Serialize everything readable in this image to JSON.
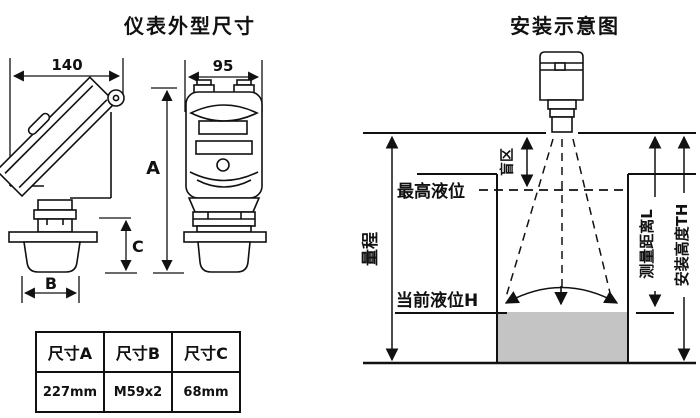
{
  "page": {
    "background": "#ffffff",
    "line_color": "#1a1a1a",
    "liquid_color": "#c4c4c4"
  },
  "left_panel": {
    "title": "仪表外型尺寸",
    "side_view": {
      "width_label": "140",
      "dim_b_label": "B",
      "dim_c_label": "C"
    },
    "front_view": {
      "width_label": "95",
      "dim_a_label": "A"
    },
    "table": {
      "headers": [
        "尺寸A",
        "尺寸B",
        "尺寸C"
      ],
      "values": [
        "227mm",
        "M59x2",
        "68mm"
      ]
    }
  },
  "right_panel": {
    "title": "安装示意图",
    "labels": {
      "blind_zone": "盲区",
      "max_level": "最高液位",
      "range": "量程",
      "current_level": "当前液位H",
      "measuring_distance": "测量距离L",
      "install_height": "安装高度TH"
    }
  }
}
